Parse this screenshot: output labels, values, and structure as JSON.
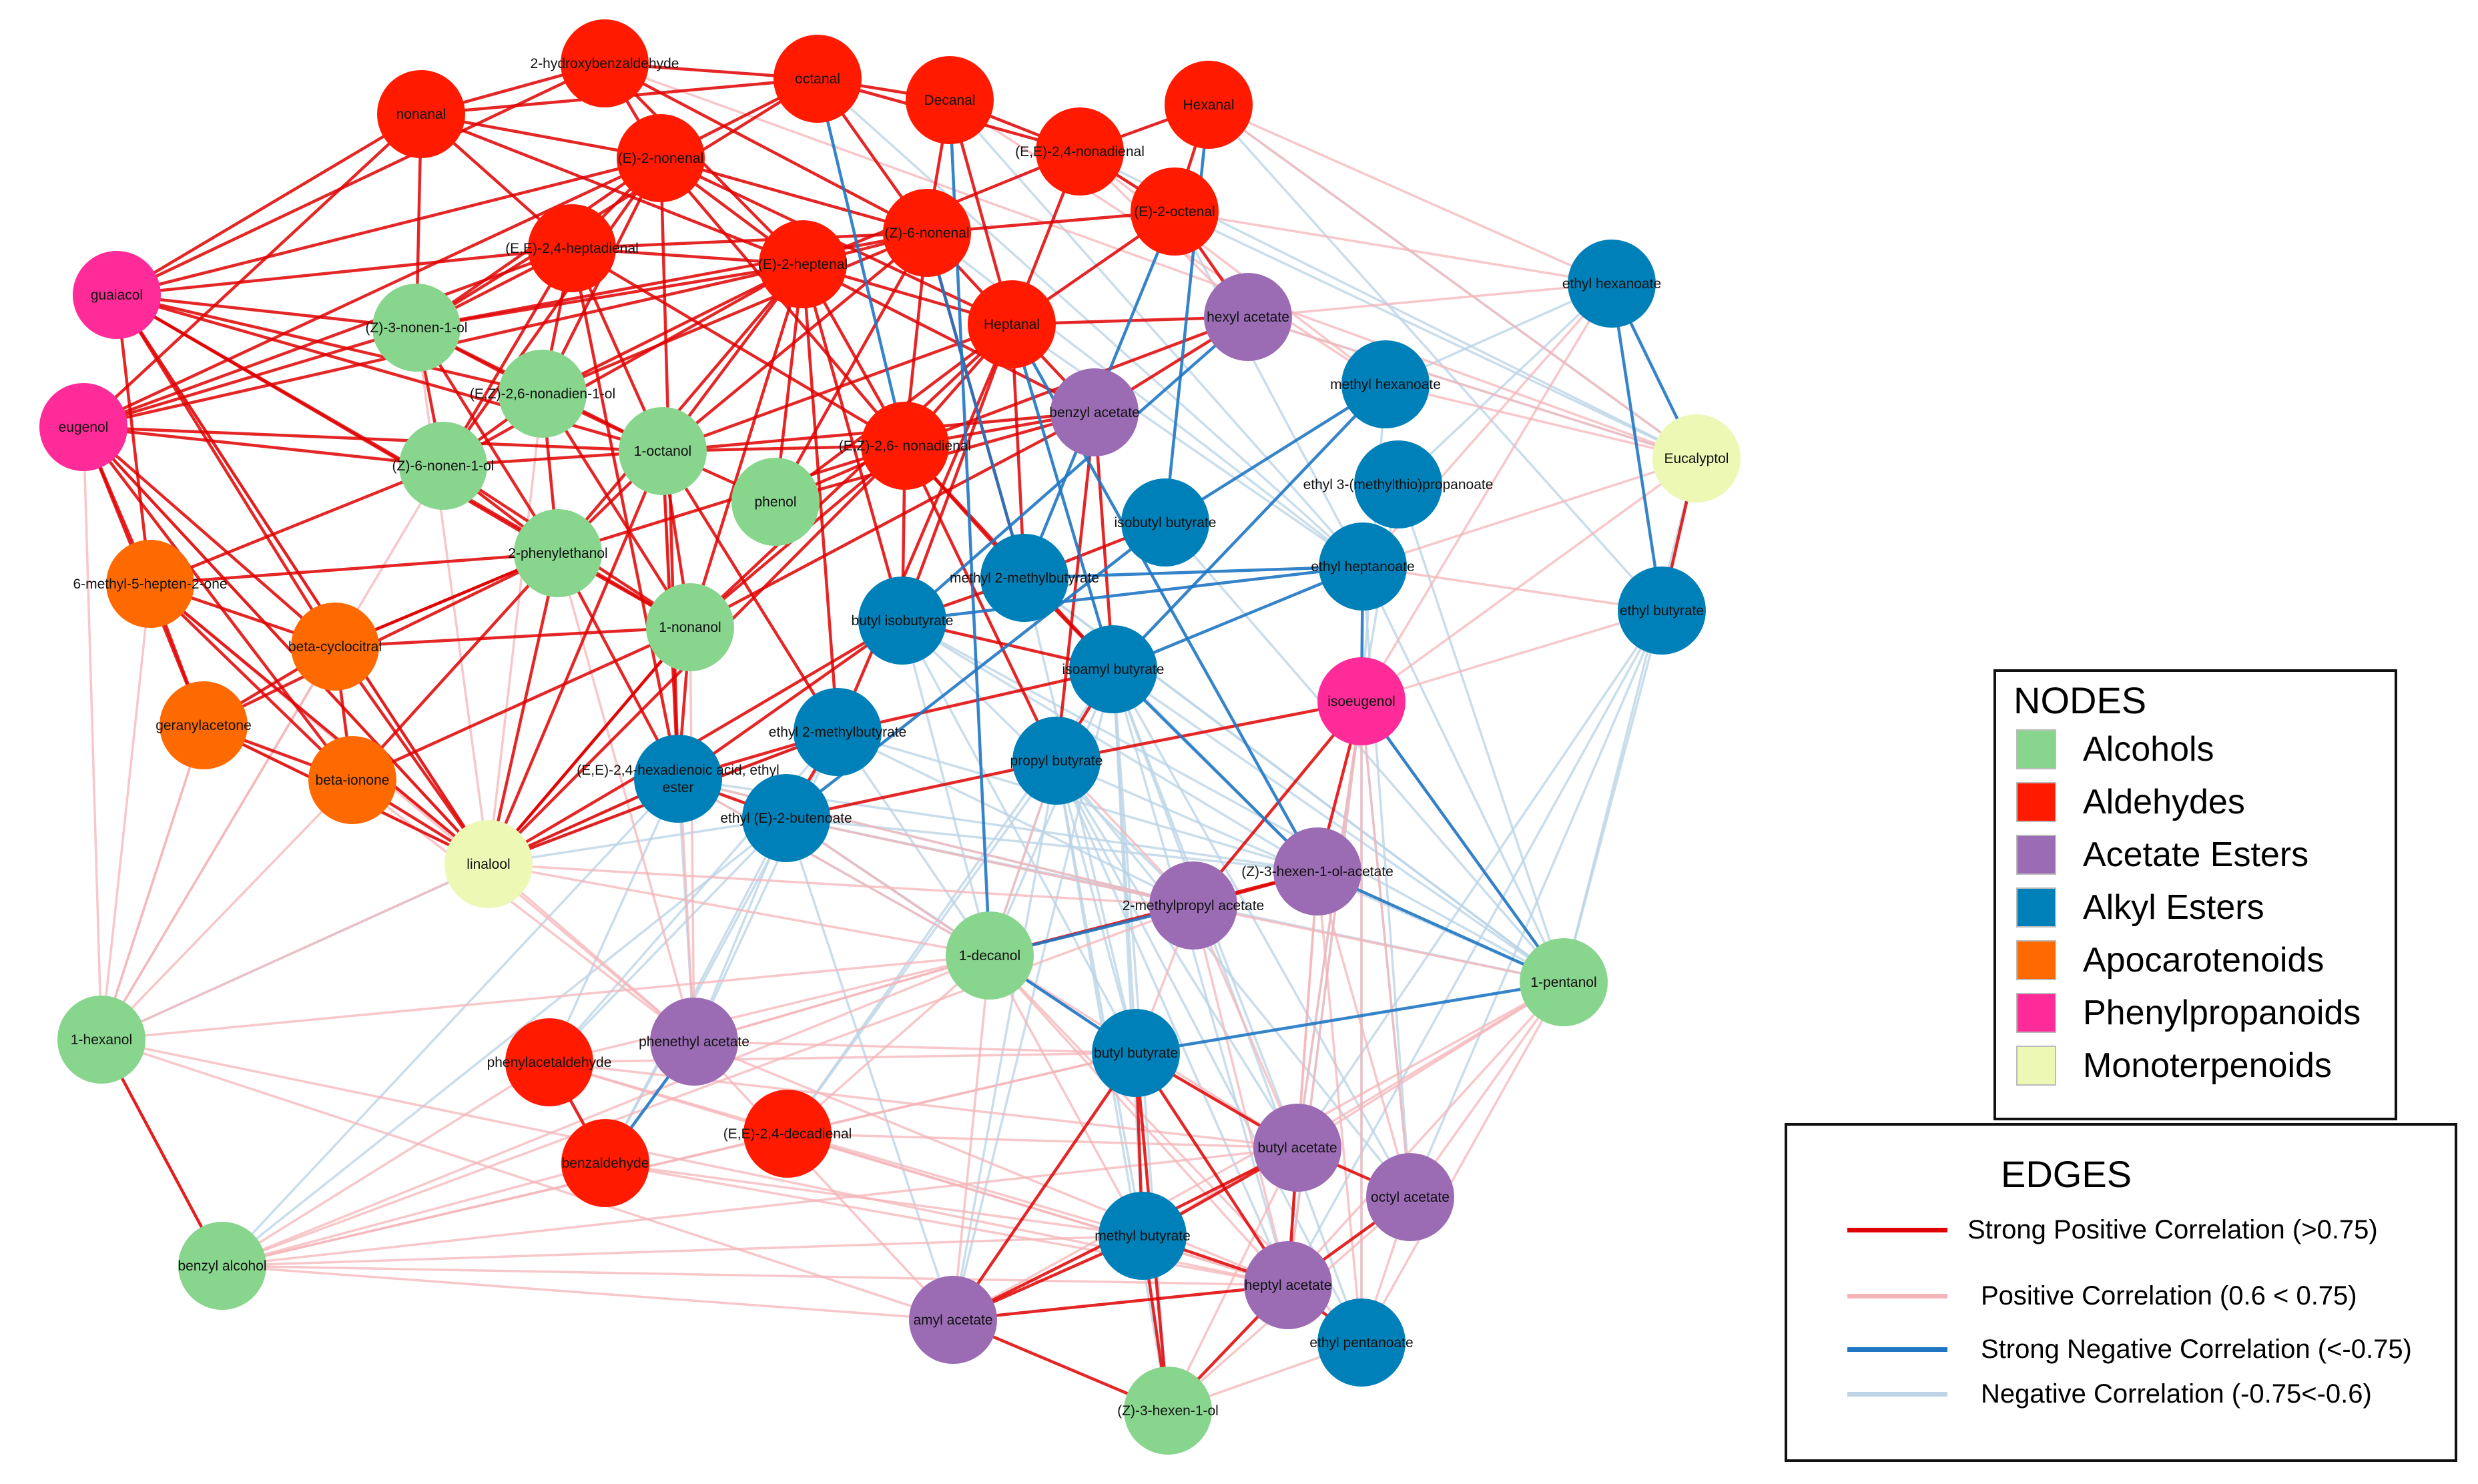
{
  "colors": {
    "alcohols": "#88d58e",
    "aldehydes": "#ff1a00",
    "acetate_esters": "#9b6cb4",
    "alkyl_esters": "#0080b8",
    "apocarotenoids": "#ff6a00",
    "phenylpropanoids": "#ff2b98",
    "monoterpenoids": "#ecf8b4",
    "strong_positive": "#e00000",
    "positive": "#f4b4b8",
    "strong_negative": "#1f77c4",
    "negative": "#bcd4e6"
  },
  "legend_nodes": {
    "title": "NODES",
    "items": [
      {
        "label": "Alcohols",
        "color": "#88d58e"
      },
      {
        "label": "Aldehydes",
        "color": "#ff1a00"
      },
      {
        "label": "Acetate Esters",
        "color": "#9b6cb4"
      },
      {
        "label": "Alkyl Esters",
        "color": "#0080b8"
      },
      {
        "label": "Apocarotenoids",
        "color": "#ff6a00"
      },
      {
        "label": "Phenylpropanoids",
        "color": "#ff2b98"
      },
      {
        "label": "Monoterpenoids",
        "color": "#ecf8b4"
      }
    ]
  },
  "legend_edges": {
    "title": "EDGES",
    "items": [
      {
        "label": "Strong Positive Correlation (>0.75)",
        "color": "#e00000",
        "width": 7
      },
      {
        "label": "Positive Correlation (0.6 < 0.75)",
        "color": "#f4b4b8",
        "width": 7
      },
      {
        "label": "Strong Negative Correlation (<-0.75)",
        "color": "#1f77c4",
        "width": 7
      },
      {
        "label": "Negative Correlation (-0.75<-0.6)",
        "color": "#bcd4e6",
        "width": 7
      }
    ]
  },
  "network": {
    "nodes": [
      {
        "label": "2-hydroxybenzaldehyde",
        "group": "aldehydes"
      },
      {
        "label": "octanal",
        "group": "aldehydes"
      },
      {
        "label": "Decanal",
        "group": "aldehydes"
      },
      {
        "label": "Hexanal",
        "group": "aldehydes"
      },
      {
        "label": "nonanal",
        "group": "aldehydes"
      },
      {
        "label": "(E)-2-nonenal",
        "group": "aldehydes"
      },
      {
        "label": "(E,E)-2,4-nonadienal",
        "group": "aldehydes"
      },
      {
        "label": "(E)-2-octenal",
        "group": "aldehydes"
      },
      {
        "label": "(E,E)-2,4-heptadienal",
        "group": "aldehydes"
      },
      {
        "label": "(E)-2-heptenal",
        "group": "aldehydes"
      },
      {
        "label": "(Z)-6-nonenal",
        "group": "aldehydes"
      },
      {
        "label": "Heptanal",
        "group": "aldehydes"
      },
      {
        "label": "(E,Z)-2,6- nonadienal",
        "group": "aldehydes"
      },
      {
        "label": "phenylacetaldehyde",
        "group": "aldehydes"
      },
      {
        "label": "benzaldehyde",
        "group": "aldehydes"
      },
      {
        "label": "(E,E)-2,4-decadienal",
        "group": "aldehydes"
      },
      {
        "label": "guaiacol",
        "group": "phenylpropanoids"
      },
      {
        "label": "eugenol",
        "group": "phenylpropanoids"
      },
      {
        "label": "isoeugenol",
        "group": "phenylpropanoids"
      },
      {
        "label": "(Z)-3-nonen-1-ol",
        "group": "alcohols"
      },
      {
        "label": "(E,Z)-2,6-nonadien-1-ol",
        "group": "alcohols"
      },
      {
        "label": "(Z)-6-nonen-1-ol",
        "group": "alcohols"
      },
      {
        "label": "1-octanol",
        "group": "alcohols"
      },
      {
        "label": "phenol",
        "group": "alcohols"
      },
      {
        "label": "2-phenylethanol",
        "group": "alcohols"
      },
      {
        "label": "1-nonanol",
        "group": "alcohols"
      },
      {
        "label": "1-decanol",
        "group": "alcohols"
      },
      {
        "label": "1-pentanol",
        "group": "alcohols"
      },
      {
        "label": "1-hexanol",
        "group": "alcohols"
      },
      {
        "label": "benzyl alcohol",
        "group": "alcohols"
      },
      {
        "label": "(Z)-3-hexen-1-ol",
        "group": "alcohols"
      },
      {
        "label": "6-methyl-5-hepten-2-one",
        "group": "apocarotenoids"
      },
      {
        "label": "beta-cyclocitral",
        "group": "apocarotenoids"
      },
      {
        "label": "geranylacetone",
        "group": "apocarotenoids"
      },
      {
        "label": "beta-ionone",
        "group": "apocarotenoids"
      },
      {
        "label": "linalool",
        "group": "monoterpenoids"
      },
      {
        "label": "Eucalyptol",
        "group": "monoterpenoids"
      },
      {
        "label": "hexyl acetate",
        "group": "acetate_esters"
      },
      {
        "label": "benzyl acetate",
        "group": "acetate_esters"
      },
      {
        "label": "(Z)-3-hexen-1-ol-acetate",
        "group": "acetate_esters"
      },
      {
        "label": "2-methylpropyl acetate",
        "group": "acetate_esters"
      },
      {
        "label": "phenethyl acetate",
        "group": "acetate_esters"
      },
      {
        "label": "butyl acetate",
        "group": "acetate_esters"
      },
      {
        "label": "octyl acetate",
        "group": "acetate_esters"
      },
      {
        "label": "heptyl acetate",
        "group": "acetate_esters"
      },
      {
        "label": "amyl acetate",
        "group": "acetate_esters"
      },
      {
        "label": "ethyl hexanoate",
        "group": "alkyl_esters"
      },
      {
        "label": "methyl hexanoate",
        "group": "alkyl_esters"
      },
      {
        "label": "ethyl 3-(methylthio)propanoate",
        "group": "alkyl_esters"
      },
      {
        "label": "ethyl heptanoate",
        "group": "alkyl_esters"
      },
      {
        "label": "ethyl butyrate",
        "group": "alkyl_esters"
      },
      {
        "label": "isobutyl butyrate",
        "group": "alkyl_esters"
      },
      {
        "label": "methyl 2-methylbutyrate",
        "group": "alkyl_esters"
      },
      {
        "label": "butyl isobutyrate",
        "group": "alkyl_esters"
      },
      {
        "label": "isoamyl butyrate",
        "group": "alkyl_esters"
      },
      {
        "label": "ethyl 2-methylbutyrate",
        "group": "alkyl_esters"
      },
      {
        "label": "propyl butyrate",
        "group": "alkyl_esters"
      },
      {
        "label": "(E,E)-2,4-hexadienoic acid, ethyl ester",
        "group": "alkyl_esters"
      },
      {
        "label": "ethyl (E)-2-butenoate",
        "group": "alkyl_esters"
      },
      {
        "label": "butyl butyrate",
        "group": "alkyl_esters"
      },
      {
        "label": "methyl butyrate",
        "group": "alkyl_esters"
      },
      {
        "label": "ethyl pentanoate",
        "group": "alkyl_esters"
      }
    ]
  }
}
